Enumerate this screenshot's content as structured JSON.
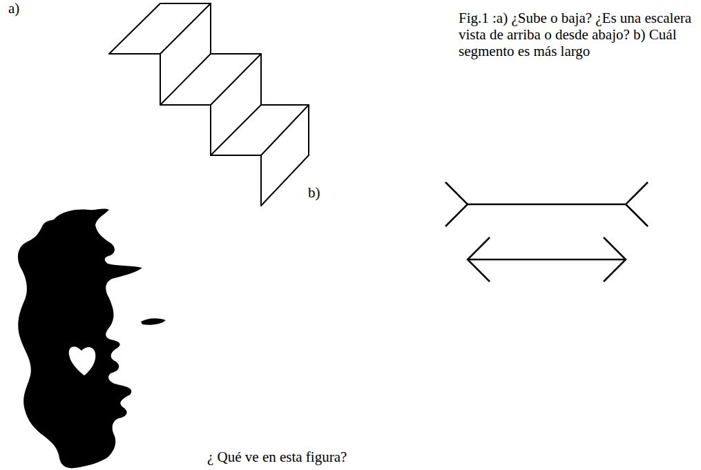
{
  "diagram": {
    "caption": "Fig.1 :a) ¿Sube o baja? ¿Es una escalera vista de arriba o desde abajo? b) Cuál segmento es más largo",
    "labels": [
      "a)",
      "b)",
      "¿ Qué ve en esta figura?"
    ]
  }
}
